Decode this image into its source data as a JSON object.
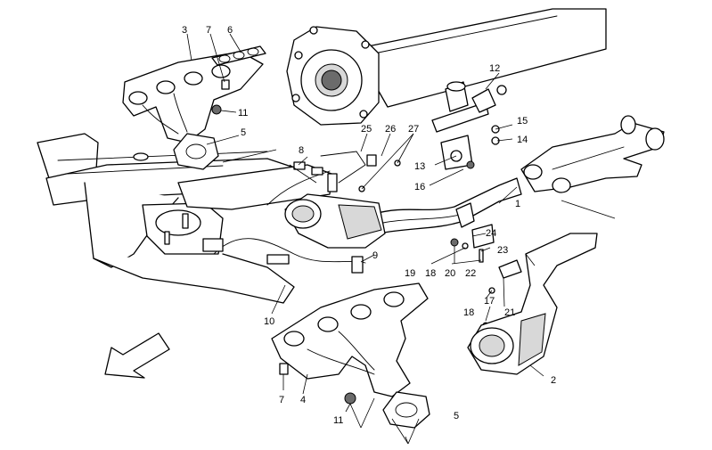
{
  "callouts": {
    "c1": "1",
    "c2": "2",
    "c3": "3",
    "c4": "4",
    "c5a": "5",
    "c5b": "5",
    "c6": "6",
    "c7a": "7",
    "c7b": "7",
    "c8": "8",
    "c9": "9",
    "c10": "10",
    "c11a": "11",
    "c11b": "11",
    "c12": "12",
    "c13": "13",
    "c14": "14",
    "c15": "15",
    "c16": "16",
    "c17": "17",
    "c18a": "18",
    "c18b": "18",
    "c19": "19",
    "c20": "20",
    "c21": "21",
    "c22": "22",
    "c23": "23",
    "c24": "24",
    "c25": "25",
    "c26": "26",
    "c27": "27"
  },
  "icons": {
    "direction": "front-direction-arrow-icon"
  }
}
